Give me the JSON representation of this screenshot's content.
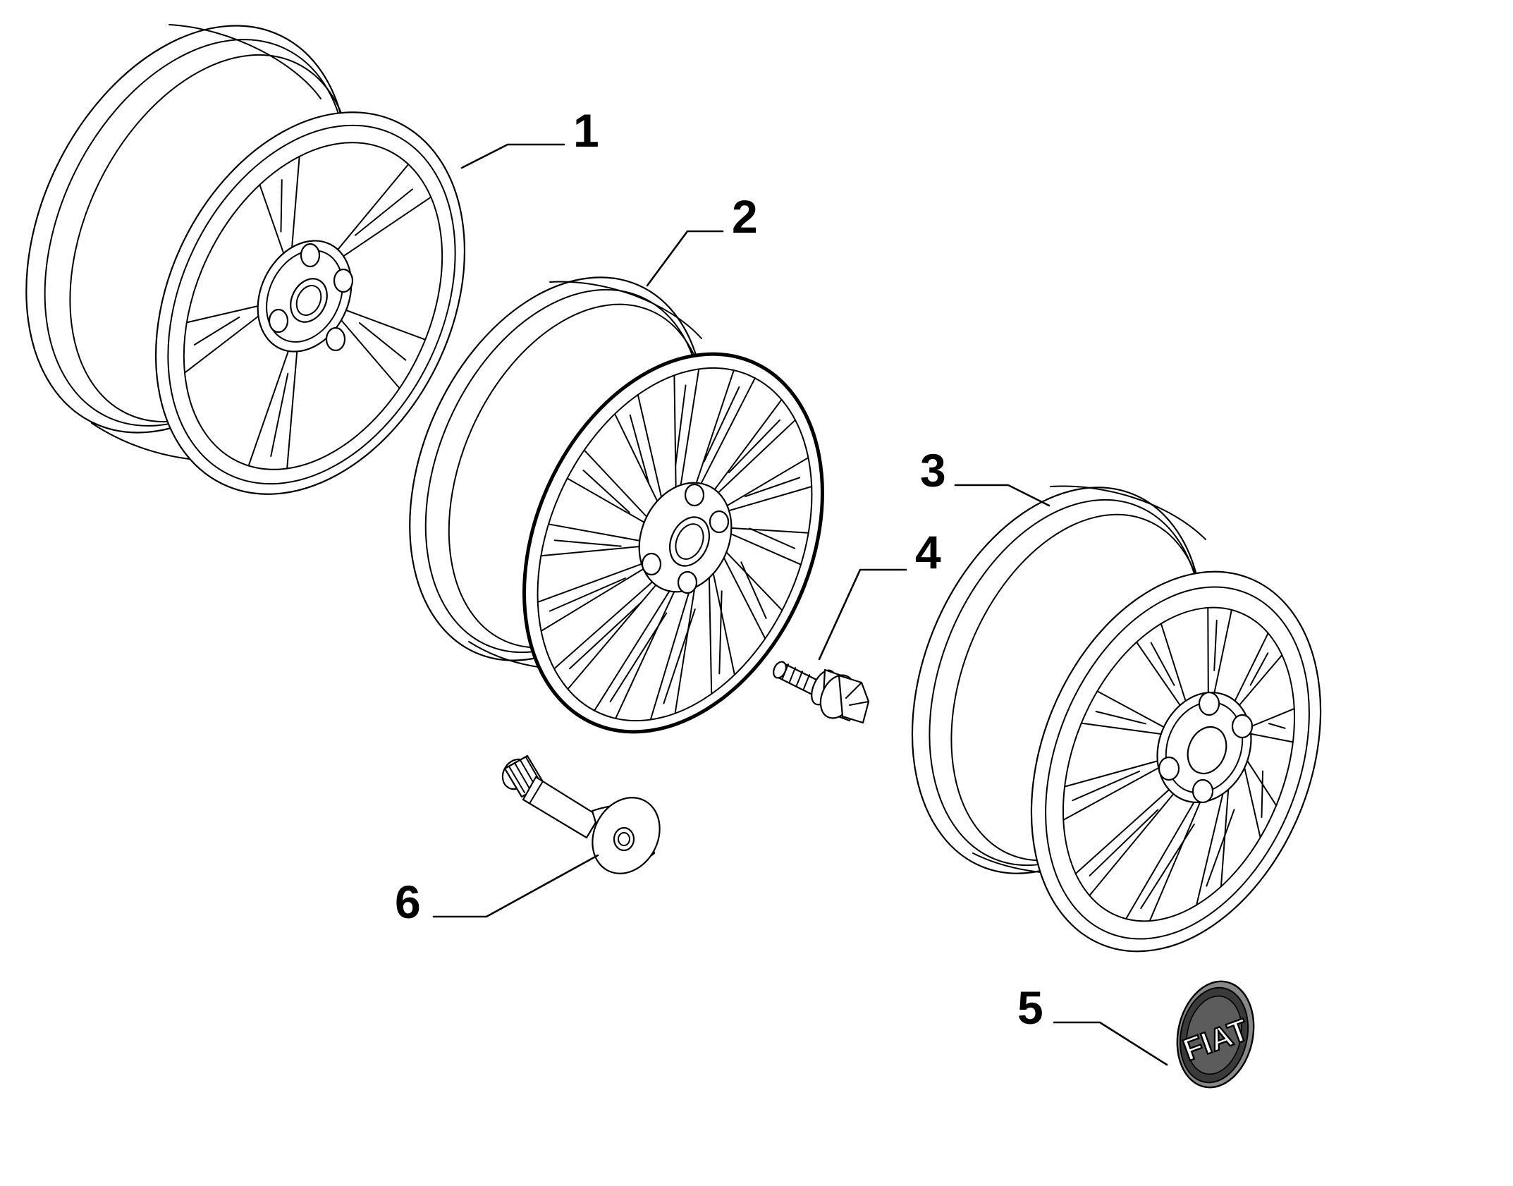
{
  "callouts": [
    {
      "id": "1",
      "label": "1",
      "part": "alloy-wheel-5-double-spoke"
    },
    {
      "id": "2",
      "label": "2",
      "part": "alloy-wheel-multi-spoke"
    },
    {
      "id": "3",
      "label": "3",
      "part": "alloy-wheel-10-spoke"
    },
    {
      "id": "4",
      "label": "4",
      "part": "wheel-bolt"
    },
    {
      "id": "5",
      "label": "5",
      "part": "hub-cap-emblem"
    },
    {
      "id": "6",
      "label": "6",
      "part": "tire-valve"
    }
  ],
  "emblem": {
    "text": "FIAT"
  },
  "colors": {
    "line": "#000000",
    "background": "#ffffff"
  }
}
